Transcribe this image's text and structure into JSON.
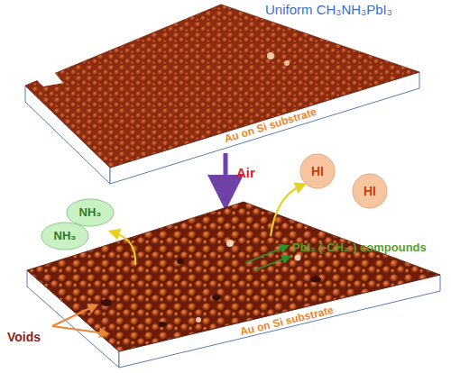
{
  "diagram": {
    "nodes": [
      {
        "text": [
          "NH₃"
        ]
      },
      {
        "text": [
          "NH₃"
        ]
      },
      {
        "text": [
          "HI"
        ]
      },
      {
        "text": [
          "HI"
        ]
      }
    ],
    "labels": [
      "Uniform CH₃NH₃PbI₃",
      "Au on Si substrate",
      "Air",
      "Voids",
      "PbI₂ (-CH₂-) compounds",
      "Au on Si substrate"
    ]
  }
}
